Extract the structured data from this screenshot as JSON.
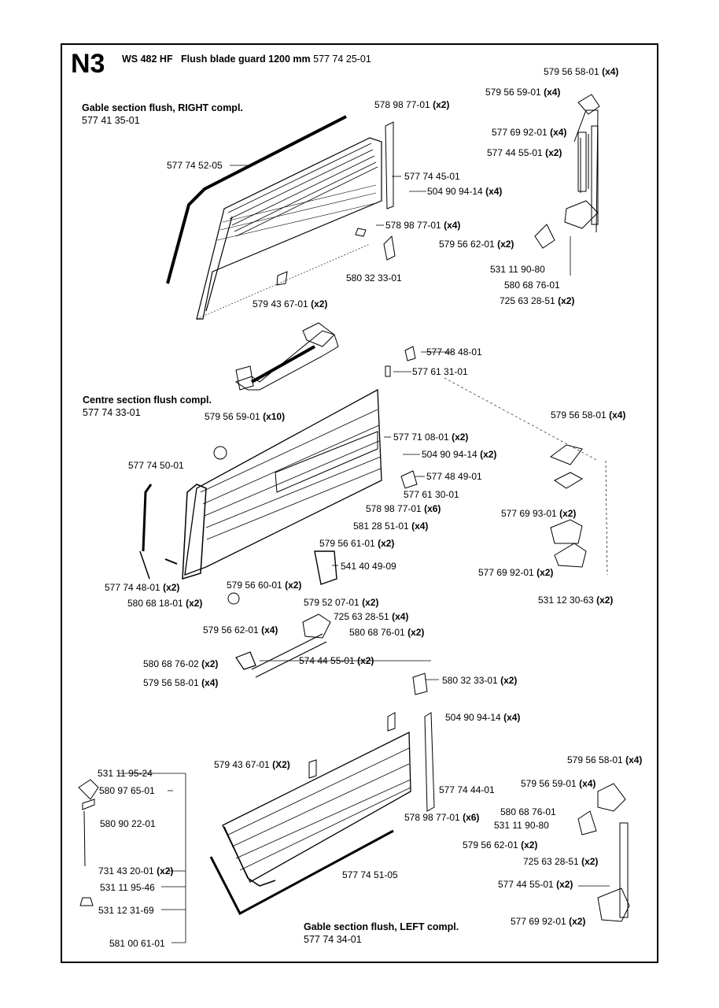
{
  "header": {
    "section_code": "N3",
    "model": "WS 482 HF",
    "description": "Flush blade guard 1200 mm",
    "part_number": "577 74 25-01"
  },
  "groups": {
    "right": {
      "title": "Gable section flush, RIGHT compl.",
      "number": "577 41 35-01"
    },
    "centre": {
      "title": "Centre section flush compl.",
      "number": "577 74 33-01"
    },
    "left": {
      "title": "Gable section flush, LEFT compl.",
      "number": "577 74 34-01"
    }
  },
  "labels": [
    {
      "id": "l01",
      "part": "579 56 58-01",
      "qty": "(x4)"
    },
    {
      "id": "l02",
      "part": "579 56 59-01",
      "qty": "(x4)"
    },
    {
      "id": "l03",
      "part": "578 98 77-01",
      "qty": "(x2)"
    },
    {
      "id": "l04",
      "part": "577 69 92-01",
      "qty": "(x4)"
    },
    {
      "id": "l05",
      "part": "577 44 55-01",
      "qty": "(x2)"
    },
    {
      "id": "l06",
      "part": "577 74 52-05",
      "qty": ""
    },
    {
      "id": "l07",
      "part": "577 74 45-01",
      "qty": ""
    },
    {
      "id": "l08",
      "part": "504 90 94-14",
      "qty": "(x4)"
    },
    {
      "id": "l09",
      "part": "578 98 77-01",
      "qty": "(x4)"
    },
    {
      "id": "l10",
      "part": "579 56 62-01",
      "qty": "(x2)"
    },
    {
      "id": "l11",
      "part": "531 11 90-80",
      "qty": ""
    },
    {
      "id": "l12",
      "part": "580 32 33-01",
      "qty": ""
    },
    {
      "id": "l13",
      "part": "580 68 76-01",
      "qty": ""
    },
    {
      "id": "l14",
      "part": "579 43 67-01",
      "qty": "(x2)"
    },
    {
      "id": "l15",
      "part": "725 63 28-51",
      "qty": "(x2)"
    },
    {
      "id": "l16",
      "part": "577 48 48-01",
      "qty": ""
    },
    {
      "id": "l17",
      "part": "577 61 31-01",
      "qty": ""
    },
    {
      "id": "l18",
      "part": "579 56 59-01",
      "qty": "(x10)"
    },
    {
      "id": "l19",
      "part": "579 56 58-01",
      "qty": "(x4)"
    },
    {
      "id": "l20",
      "part": "577 71 08-01",
      "qty": "(x2)"
    },
    {
      "id": "l21",
      "part": "577 74 50-01",
      "qty": ""
    },
    {
      "id": "l22",
      "part": "504 90 94-14",
      "qty": "(x2)"
    },
    {
      "id": "l23",
      "part": "577 48 49-01",
      "qty": ""
    },
    {
      "id": "l24",
      "part": "577 61 30-01",
      "qty": ""
    },
    {
      "id": "l25",
      "part": "578 98 77-01",
      "qty": "(x6)"
    },
    {
      "id": "l26",
      "part": "577 69 93-01",
      "qty": "(x2)"
    },
    {
      "id": "l27",
      "part": "581 28 51-01",
      "qty": "(x4)"
    },
    {
      "id": "l28",
      "part": "579 56 61-01",
      "qty": "(x2)"
    },
    {
      "id": "l29",
      "part": "541 40 49-09",
      "qty": ""
    },
    {
      "id": "l30",
      "part": "577 69 92-01",
      "qty": "(x2)"
    },
    {
      "id": "l31",
      "part": "577 74 48-01",
      "qty": "(x2)"
    },
    {
      "id": "l32",
      "part": "579 56 60-01",
      "qty": "(x2)"
    },
    {
      "id": "l33",
      "part": "580 68 18-01",
      "qty": "(x2)"
    },
    {
      "id": "l34",
      "part": "531 12 30-63",
      "qty": "(x2)"
    },
    {
      "id": "l35",
      "part": "579 52 07-01",
      "qty": "(x2)"
    },
    {
      "id": "l36",
      "part": "725 63 28-51",
      "qty": "(x4)"
    },
    {
      "id": "l37",
      "part": "579 56 62-01",
      "qty": "(x4)"
    },
    {
      "id": "l38",
      "part": "580 68 76-01",
      "qty": "(x2)"
    },
    {
      "id": "l39",
      "part": "580 68 76-02",
      "qty": "(x2)"
    },
    {
      "id": "l40",
      "part": "574 44 55-01",
      "qty": "(x2)"
    },
    {
      "id": "l41",
      "part": "579 56 58-01",
      "qty": "(x4)"
    },
    {
      "id": "l42",
      "part": "580 32 33-01",
      "qty": "(x2)"
    },
    {
      "id": "l43",
      "part": "504 90 94-14",
      "qty": "(x4)"
    },
    {
      "id": "l44",
      "part": "579 43 67-01",
      "qty": "(X2)"
    },
    {
      "id": "l45",
      "part": "579 56 58-01",
      "qty": "(x4)"
    },
    {
      "id": "l46",
      "part": "531 11 95-24",
      "qty": ""
    },
    {
      "id": "l47",
      "part": "580 97 65-01",
      "qty": ""
    },
    {
      "id": "l48",
      "part": "577 74 44-01",
      "qty": ""
    },
    {
      "id": "l49",
      "part": "579 56 59-01",
      "qty": "(x4)"
    },
    {
      "id": "l50",
      "part": "580 90 22-01",
      "qty": ""
    },
    {
      "id": "l51",
      "part": "578 98 77-01",
      "qty": "(x6)"
    },
    {
      "id": "l52",
      "part": "580 68 76-01",
      "qty": ""
    },
    {
      "id": "l53",
      "part": "531 11 90-80",
      "qty": ""
    },
    {
      "id": "l54",
      "part": "579 56 62-01",
      "qty": "(x2)"
    },
    {
      "id": "l55",
      "part": "725 63 28-51",
      "qty": "(x2)"
    },
    {
      "id": "l56",
      "part": "731 43 20-01",
      "qty": "(x2)"
    },
    {
      "id": "l57",
      "part": "577 74 51-05",
      "qty": ""
    },
    {
      "id": "l58",
      "part": "531 11 95-46",
      "qty": ""
    },
    {
      "id": "l59",
      "part": "577 44 55-01",
      "qty": "(x2)"
    },
    {
      "id": "l60",
      "part": "531 12 31-69",
      "qty": ""
    },
    {
      "id": "l61",
      "part": "577 69 92-01",
      "qty": "(x2)"
    },
    {
      "id": "l62",
      "part": "581 00 61-01",
      "qty": ""
    }
  ]
}
